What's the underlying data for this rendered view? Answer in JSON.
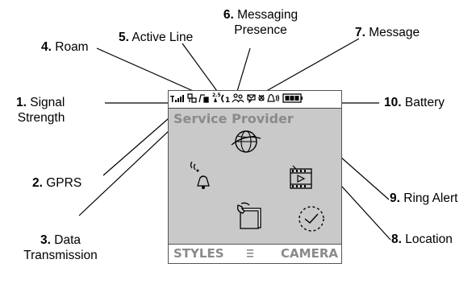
{
  "callouts": [
    {
      "num": "1.",
      "text": "Signal",
      "text2": "Strength"
    },
    {
      "num": "2.",
      "text": "GPRS"
    },
    {
      "num": "3.",
      "text": "Data",
      "text2": "Transmission"
    },
    {
      "num": "4.",
      "text": "Roam"
    },
    {
      "num": "5.",
      "text": "Active Line"
    },
    {
      "num": "6.",
      "text": "Messaging",
      "text2": "Presence"
    },
    {
      "num": "7.",
      "text": "Message"
    },
    {
      "num": "8.",
      "text": "Location"
    },
    {
      "num": "9.",
      "text": "Ring Alert"
    },
    {
      "num": "10.",
      "text": "Battery"
    }
  ],
  "screen": {
    "provider": "Service Provider",
    "left_soft_key": "STYLES",
    "right_soft_key": "CAMERA",
    "line_number": "1",
    "roam_tag": "2.5",
    "icons": [
      "signal-icon",
      "gprs-icon",
      "data-transmission-icon",
      "roam-icon",
      "active-line-icon",
      "messaging-presence-icon",
      "message-icon",
      "location-icon",
      "ring-alert-icon",
      "battery-icon",
      "ring-style-icon",
      "web-globe-icon",
      "multimedia-icon",
      "phonebook-icon",
      "clock-icon",
      "menu-icon"
    ]
  }
}
